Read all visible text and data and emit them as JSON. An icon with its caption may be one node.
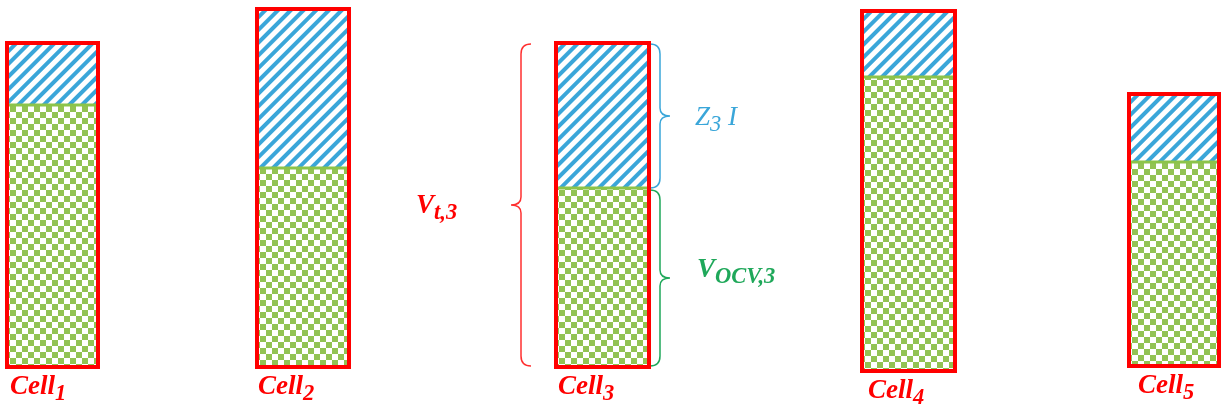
{
  "diagram": {
    "nodes": [
      {
        "text": [
          "Cell$_{1}$"
        ]
      },
      {
        "text": [
          "Cell$_{2}$"
        ]
      },
      {
        "text": [
          "Cell$_{3}$"
        ]
      },
      {
        "text": [
          "Cell$_{4}$"
        ]
      },
      {
        "text": [
          "Cell$_{5}$"
        ]
      }
    ],
    "labels": [
      "V$_{t,3}$",
      "Z$_{3}$ I",
      "V$_{OCV,3}$"
    ]
  }
}
